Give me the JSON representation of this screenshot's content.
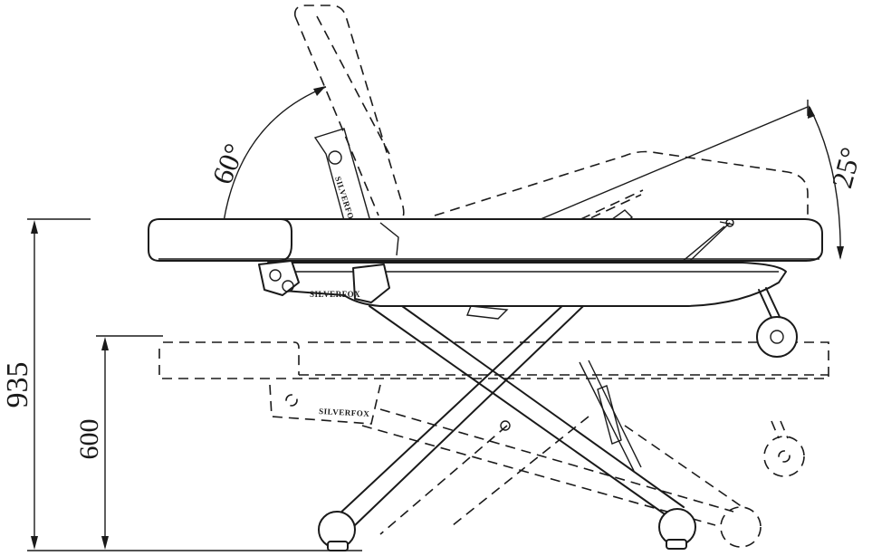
{
  "dimensions": {
    "max_height": "935",
    "min_height": "600"
  },
  "angles": {
    "backrest": "60°",
    "leg_section": "25°"
  },
  "brand": {
    "upper": "SILVERFOX",
    "lower": "SILVERFOX",
    "backrest": "SILVERFOX"
  }
}
